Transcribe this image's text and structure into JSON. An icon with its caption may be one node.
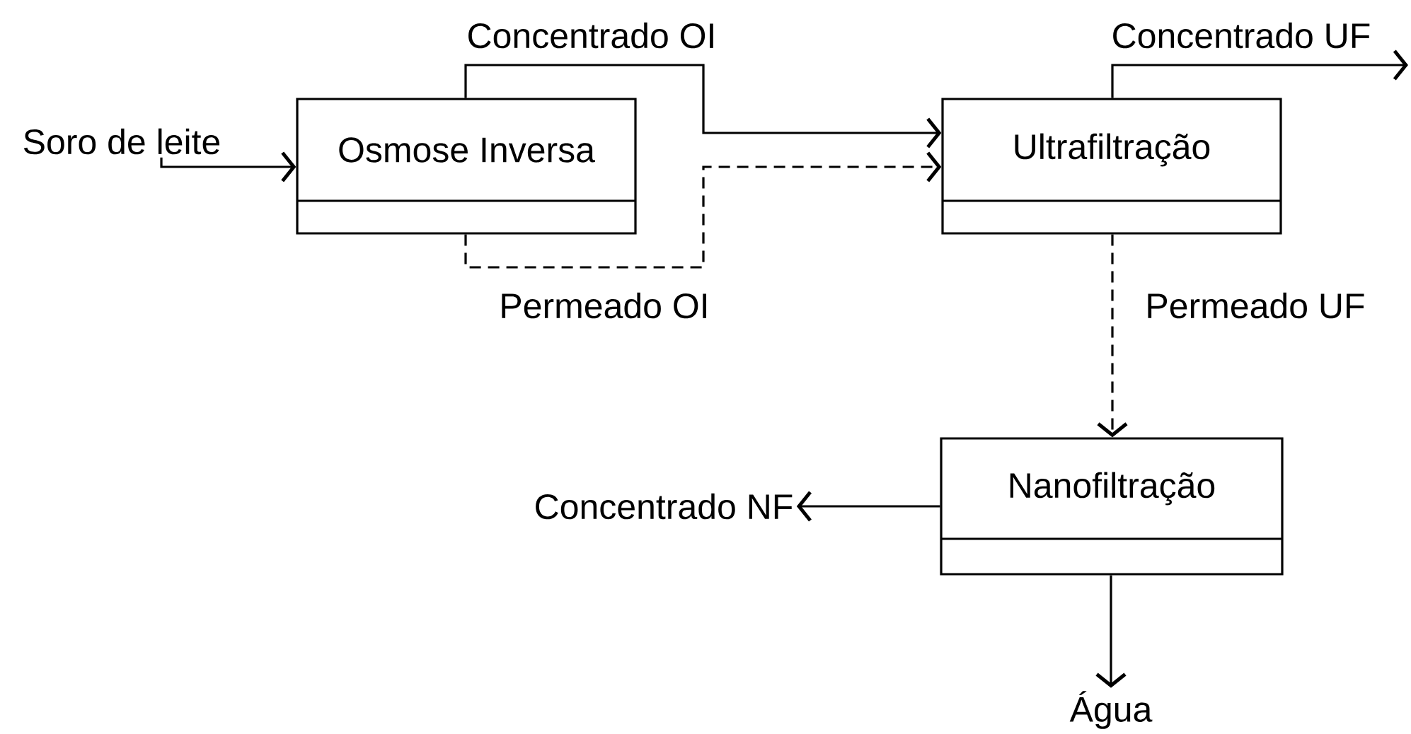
{
  "diagram": {
    "nodes": [
      {
        "text": [
          "Soro de leite"
        ]
      },
      {
        "text": [
          "Osmose Inversa"
        ]
      },
      {
        "text": [
          "Ultrafiltração"
        ]
      },
      {
        "text": [
          "Nanofiltração"
        ]
      },
      {
        "text": [
          "Concentrado NF"
        ]
      },
      {
        "text": [
          "Água"
        ]
      }
    ],
    "edges": [
      {
        "from": 0,
        "to": 1,
        "arrow": "to"
      },
      {
        "from": 1,
        "to": 2,
        "arrow": "to",
        "label": "Concentrado OI"
      },
      {
        "from": 1,
        "to": 2,
        "arrow": "to",
        "label": "Permeado OI",
        "style": "dashed"
      },
      {
        "from": 2,
        "to": null,
        "arrow": "to",
        "label": "Concentrado UF"
      },
      {
        "from": 2,
        "to": 3,
        "arrow": "to",
        "label": "Permeado UF",
        "style": "dashed"
      },
      {
        "from": 3,
        "to": 4,
        "arrow": "to"
      },
      {
        "from": 3,
        "to": 5,
        "arrow": "to"
      }
    ]
  }
}
